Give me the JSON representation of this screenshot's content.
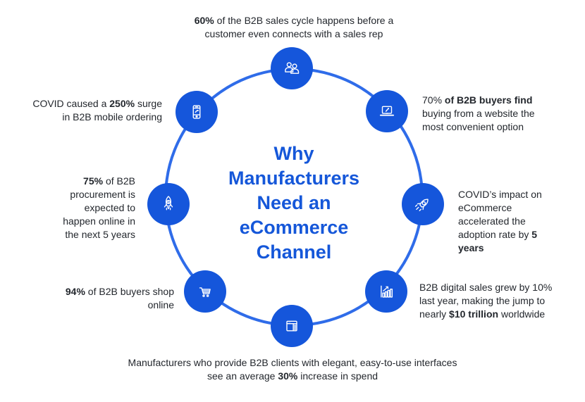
{
  "title": {
    "full": "Why Manufacturers Need an eCommerce Channel",
    "lines": [
      "Why",
      "Manufacturers",
      "Need an",
      "eCommerce",
      "Channel"
    ]
  },
  "colors": {
    "node_blue": "#1556DB",
    "ring_blue": "#2F6CE9",
    "title_blue": "#1557D9",
    "body_text": "#23272d",
    "background": "#ffffff",
    "icon_stroke": "#ffffff"
  },
  "stats": [
    {
      "id": "sales-cycle",
      "icon": "people-icon",
      "segments": [
        {
          "t": "60%",
          "b": true
        },
        {
          "t": " of the B2B sales cycle happens before a customer even connects with a sales rep",
          "b": false
        }
      ]
    },
    {
      "id": "mobile-ordering",
      "icon": "smartphone-icon",
      "segments": [
        {
          "t": "COVID caused a ",
          "b": false
        },
        {
          "t": "250%",
          "b": true
        },
        {
          "t": " surge in B2B mobile ordering",
          "b": false
        }
      ]
    },
    {
      "id": "website-convenience",
      "icon": "laptop-icon",
      "segments": [
        {
          "t": "70% ",
          "b": false
        },
        {
          "t": "of B2B buyers find",
          "b": true
        },
        {
          "t": " buying from a website the most convenient option",
          "b": false
        }
      ]
    },
    {
      "id": "procurement-online",
      "icon": "rocket-dollar-icon",
      "segments": [
        {
          "t": "75%",
          "b": true
        },
        {
          "t": " of B2B procurement is expected to happen online in the next 5 years",
          "b": false
        }
      ]
    },
    {
      "id": "adoption-rate",
      "icon": "rocket-icon",
      "segments": [
        {
          "t": "COVID’s impact on eCommerce accelerated the adoption rate by ",
          "b": false
        },
        {
          "t": "5 years",
          "b": true
        }
      ]
    },
    {
      "id": "buyers-shop-online",
      "icon": "cart-icon",
      "segments": [
        {
          "t": "94%",
          "b": true
        },
        {
          "t": " of B2B buyers shop online",
          "b": false
        }
      ]
    },
    {
      "id": "digital-sales-growth",
      "icon": "bar-chart-icon",
      "segments": [
        {
          "t": "B2B digital sales grew by 10% last year, making the jump to nearly ",
          "b": false
        },
        {
          "t": "$10 trillion",
          "b": true
        },
        {
          "t": " worldwide",
          "b": false
        }
      ]
    },
    {
      "id": "interface-spend",
      "icon": "browser-window-icon",
      "segments": [
        {
          "t": "Manufacturers who provide B2B clients with elegant, easy-to-use interfaces see an average ",
          "b": false
        },
        {
          "t": "30%",
          "b": true
        },
        {
          "t": " increase in spend",
          "b": false
        }
      ]
    }
  ]
}
